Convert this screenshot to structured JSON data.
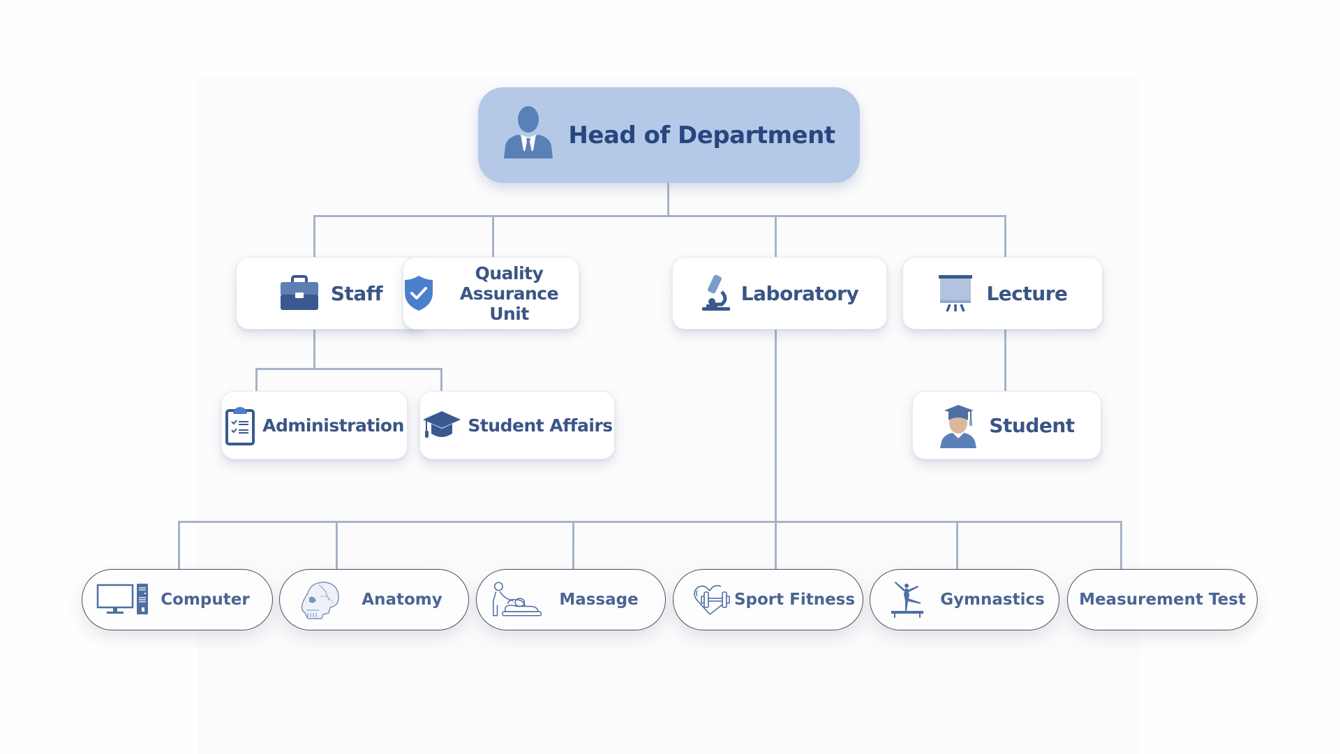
{
  "title": "Department Organization Chart",
  "colors": {
    "head_fill": "#b4c9e7",
    "head_text": "#28467e",
    "node_text": "#3a5585",
    "leaf_text": "#4a6590",
    "connector": "#a6b3c8",
    "icon_primary": "#4d6fa3",
    "icon_dark": "#3a5a8f",
    "shield": "#4a7fcb",
    "student_face": "#d9b89c"
  },
  "head": {
    "label": "Head of Department",
    "icon": "businessman-icon"
  },
  "level2": [
    {
      "id": "staff",
      "label": "Staff",
      "icon": "briefcase-icon"
    },
    {
      "id": "qa",
      "label_line1": "Quality Assurance",
      "label_line2": "Unit",
      "icon": "shield-check-icon"
    },
    {
      "id": "laboratory",
      "label": "Laboratory",
      "icon": "microscope-icon"
    },
    {
      "id": "lecture",
      "label": "Lecture",
      "icon": "presentation-board-icon"
    }
  ],
  "level3": [
    {
      "id": "administration",
      "parent": "staff",
      "label": "Administration",
      "icon": "clipboard-checklist-icon"
    },
    {
      "id": "student-affairs",
      "parent": "staff",
      "label": "Student Affairs",
      "icon": "graduation-cap-icon"
    },
    {
      "id": "student",
      "parent": "lecture",
      "label": "Student",
      "icon": "graduate-student-icon"
    }
  ],
  "labs": [
    {
      "id": "computer",
      "parent": "laboratory",
      "label": "Computer",
      "icon": "desktop-computer-icon"
    },
    {
      "id": "anatomy",
      "parent": "laboratory",
      "label": "Anatomy",
      "icon": "skull-icon"
    },
    {
      "id": "massage",
      "parent": "laboratory",
      "label": "Massage",
      "icon": "massage-therapy-icon"
    },
    {
      "id": "sport-fitness",
      "parent": "laboratory",
      "label": "Sport Fitness",
      "icon": "heart-dumbbell-icon"
    },
    {
      "id": "gymnastics",
      "parent": "laboratory",
      "label": "Gymnastics",
      "icon": "gymnast-beam-icon"
    },
    {
      "id": "measurement-test",
      "parent": "laboratory",
      "label": "Measurement Test",
      "icon": ""
    }
  ]
}
